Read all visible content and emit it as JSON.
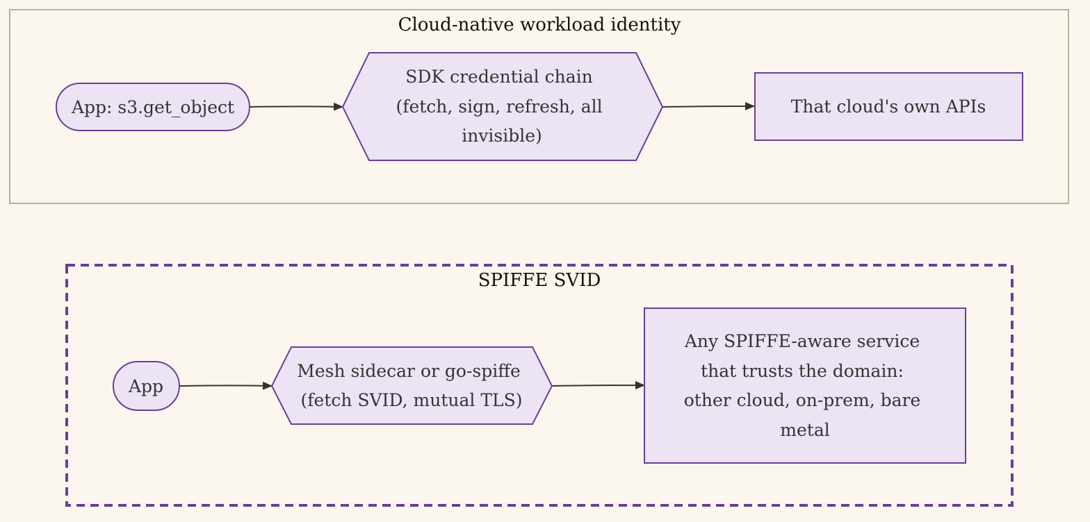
{
  "groups": [
    {
      "title": "Cloud-native workload identity",
      "nodes": [
        {
          "lines": [
            "App: s3.get_object"
          ]
        },
        {
          "lines": [
            "SDK credential chain",
            "(fetch, sign, refresh, all",
            "invisible)"
          ]
        },
        {
          "lines": [
            "That cloud's own APIs"
          ]
        }
      ]
    },
    {
      "title": "SPIFFE SVID",
      "nodes": [
        {
          "lines": [
            "App"
          ]
        },
        {
          "lines": [
            "Mesh sidecar or go-spiffe",
            "(fetch SVID, mutual TLS)"
          ]
        },
        {
          "lines": [
            "Any SPIFFE-aware service",
            "that trusts the domain:",
            "other cloud, on-prem, bare",
            "metal"
          ]
        }
      ]
    }
  ],
  "colors": {
    "background": "#fcf7ee",
    "node_fill": "#ece4f4",
    "node_stroke": "#6a3d9a",
    "group1_border": "#b8b09a",
    "group2_border": "#6a3d9a",
    "edge": "#333333"
  }
}
